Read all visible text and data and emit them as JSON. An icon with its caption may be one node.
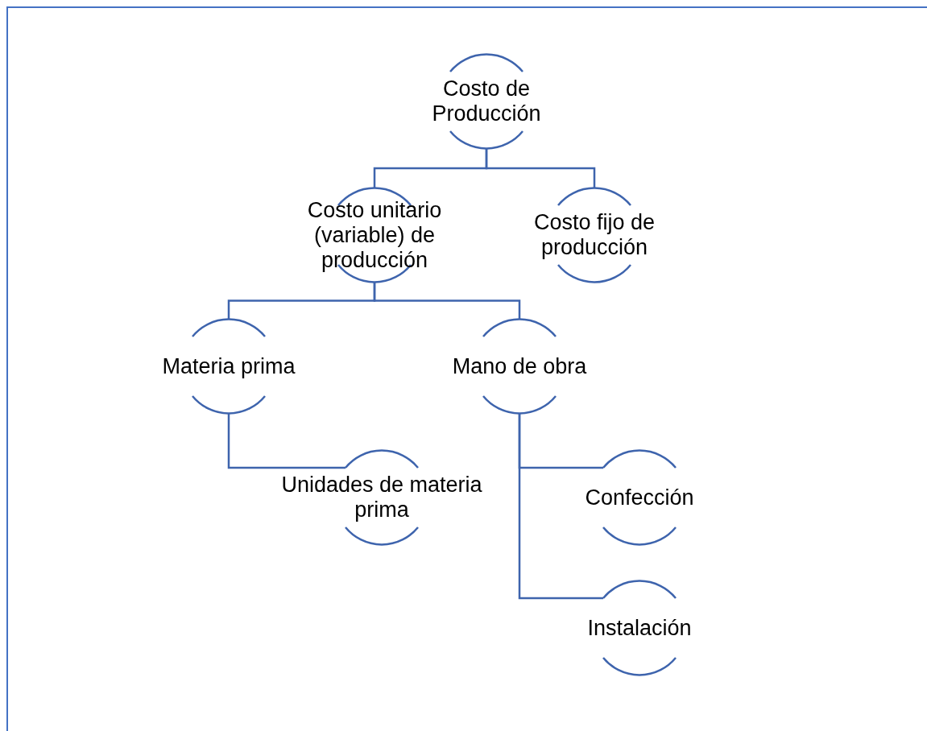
{
  "diagram": {
    "nodes": [
      {
        "text": [
          "Costo de Producción"
        ]
      },
      {
        "text": [
          "Costo unitario (variable) de producción"
        ]
      },
      {
        "text": [
          "Costo fijo de producción"
        ]
      },
      {
        "text": [
          "Materia prima"
        ]
      },
      {
        "text": [
          "Mano de obra"
        ]
      },
      {
        "text": [
          "Unidades de materia prima"
        ]
      },
      {
        "text": [
          "Confección"
        ]
      },
      {
        "text": [
          "Instalación"
        ]
      }
    ],
    "edges": [
      {
        "from": 0,
        "to": 1,
        "arrow": "none"
      },
      {
        "from": 0,
        "to": 2,
        "arrow": "none"
      },
      {
        "from": 1,
        "to": 3,
        "arrow": "none"
      },
      {
        "from": 1,
        "to": 4,
        "arrow": "none"
      },
      {
        "from": 3,
        "to": 5,
        "arrow": "none"
      },
      {
        "from": 4,
        "to": 6,
        "arrow": "none"
      },
      {
        "from": 4,
        "to": 7,
        "arrow": "none"
      }
    ]
  }
}
